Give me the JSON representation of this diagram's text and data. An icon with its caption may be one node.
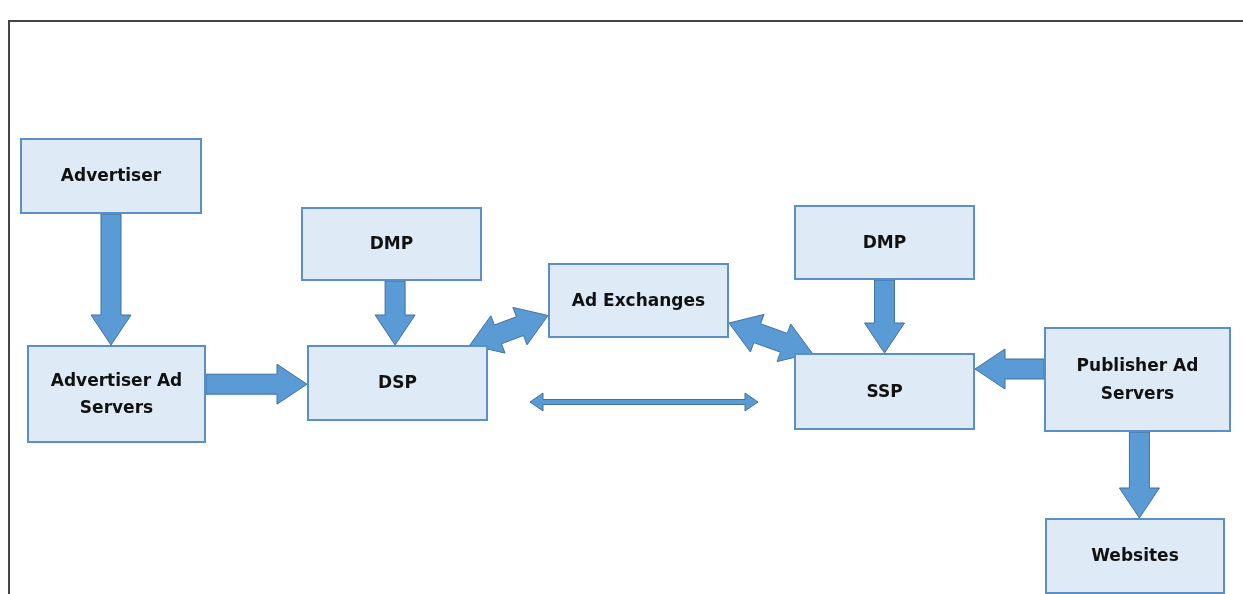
{
  "diagram": {
    "nodes": [
      {
        "text": [
          "Advertiser"
        ]
      },
      {
        "text": [
          "Advertiser Ad Servers"
        ]
      },
      {
        "text": [
          "DMP"
        ]
      },
      {
        "text": [
          "DSP"
        ]
      },
      {
        "text": [
          "Ad Exchanges"
        ]
      },
      {
        "text": [
          "DMP"
        ]
      },
      {
        "text": [
          "SSP"
        ]
      },
      {
        "text": [
          "Publisher Ad Servers"
        ]
      },
      {
        "text": [
          "Websites"
        ]
      }
    ],
    "edges": [
      {
        "from": 0,
        "to": 1,
        "arrow": "to",
        "style": "thick"
      },
      {
        "from": 1,
        "to": 3,
        "arrow": "to",
        "style": "thick"
      },
      {
        "from": 2,
        "to": 3,
        "arrow": "to",
        "style": "thick"
      },
      {
        "from": 3,
        "to": 4,
        "arrow": "both",
        "style": "thick"
      },
      {
        "from": 4,
        "to": 6,
        "arrow": "both",
        "style": "thick"
      },
      {
        "from": 5,
        "to": 6,
        "arrow": "to",
        "style": "thick"
      },
      {
        "from": 7,
        "to": 6,
        "arrow": "to",
        "style": "thick"
      },
      {
        "from": 7,
        "to": 8,
        "arrow": "to",
        "style": "thick"
      },
      {
        "from": 3,
        "to": 6,
        "arrow": "both"
      }
    ]
  }
}
